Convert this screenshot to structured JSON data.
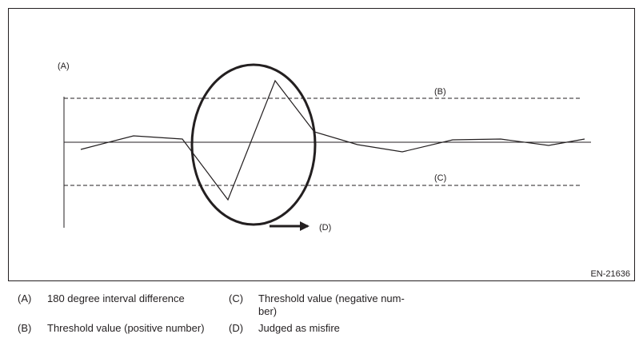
{
  "figure": {
    "label_a": "(A)",
    "label_b": "(B)",
    "label_c": "(C)",
    "label_d": "(D)",
    "figure_id": "EN-21636"
  },
  "legend": [
    {
      "key": "(A)",
      "text": "180 degree interval difference"
    },
    {
      "key": "(B)",
      "text": "Threshold value (positive number)"
    },
    {
      "key": "(C)",
      "text": "Threshold value (negative num-\nber)"
    },
    {
      "key": "(D)",
      "text": "Judged as misfire"
    }
  ],
  "colors": {
    "stroke": "#231f20",
    "background": "#ffffff"
  }
}
